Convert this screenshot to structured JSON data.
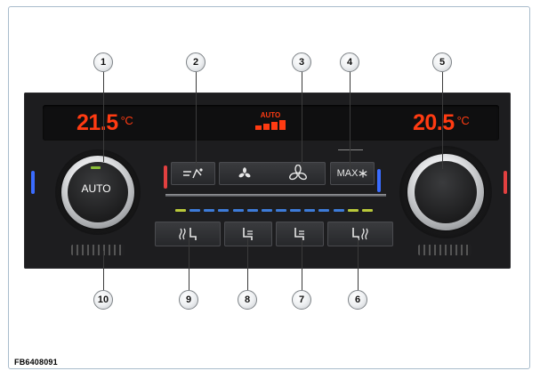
{
  "figure_id": "FB6408091",
  "display": {
    "left_temp": "21.5",
    "right_temp": "20.5",
    "unit": "°C",
    "mode_indicator": "AUTO"
  },
  "left_knob": {
    "label": "AUTO"
  },
  "buttons": {
    "max_label": "MAX"
  },
  "icons": {
    "btn2": "defrost-rear-airflow-icon",
    "fan_low": "fan-low-icon",
    "fan_high": "fan-high-icon",
    "max": "max-ac-snowflake-icon",
    "btn9": "seat-heater-left-icon",
    "btn8": "seat-ventilation-left-icon",
    "btn7": "seat-ventilation-right-icon",
    "btn6": "seat-heater-right-icon"
  },
  "callouts": [
    "1",
    "2",
    "3",
    "4",
    "5",
    "6",
    "7",
    "8",
    "9",
    "10"
  ],
  "colors": {
    "display_red": "#ff3b12",
    "panel": "#1d1d1f",
    "led_blue": "#3d7bd8",
    "led_green": "#b9c83a"
  }
}
